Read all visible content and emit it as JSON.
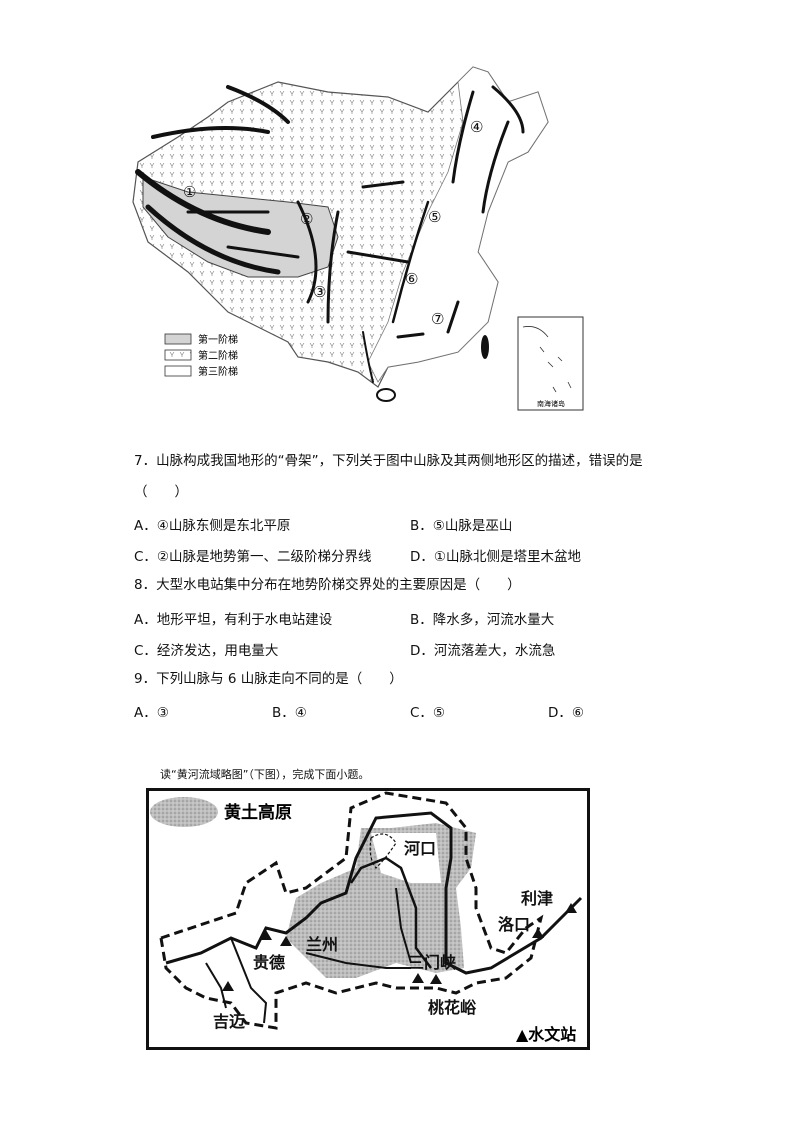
{
  "china_map": {
    "labels": [
      "①",
      "②",
      "③",
      "④",
      "⑤",
      "⑥",
      "⑦"
    ],
    "legend": [
      "第一阶梯",
      "第二阶梯",
      "第三阶梯"
    ],
    "inset_label": "南海诸岛"
  },
  "questions": [
    {
      "stem": "7．山脉构成我国地形的“骨架”，下列关于图中山脉及其两侧地形区的描述，错误的是",
      "paren": "（　　）",
      "options": {
        "a": "A．④山脉东侧是东北平原",
        "b": "B．⑤山脉是巫山",
        "c": "C．②山脉是地势第一、二级阶梯分界线",
        "d": "D．①山脉北侧是塔里木盆地"
      }
    },
    {
      "stem": "8．大型水电站集中分布在地势阶梯交界处的主要原因是（　　）",
      "options": {
        "a": "A．地形平坦，有利于水电站建设",
        "b": "B．降水多，河流水量大",
        "c": "C．经济发达，用电量大",
        "d": "D．河流落差大，水流急"
      }
    },
    {
      "stem": "9．下列山脉与 6 山脉走向不同的是（　　）",
      "options": {
        "a": "A．③",
        "b": "B．④",
        "c": "C．⑤",
        "d": "D．⑥"
      }
    }
  ],
  "yellow_river": {
    "intro": "读“黄河流域略图”（下图），完成下面小题。",
    "legend_plateau": "黄土高原",
    "legend_station": "▲水文站",
    "stations": [
      "河口",
      "利津",
      "洛口",
      "兰州",
      "贵德",
      "三门峡",
      "桃花峪",
      "吉迈"
    ]
  }
}
